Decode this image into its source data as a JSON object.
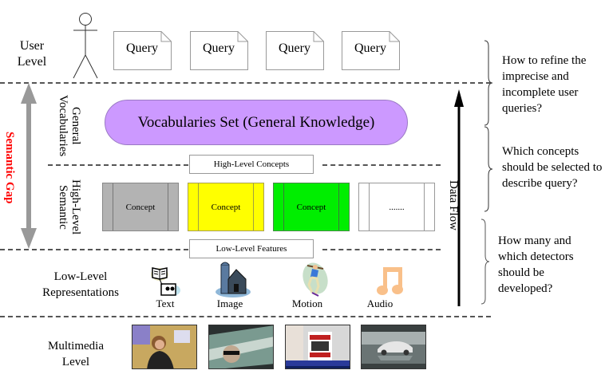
{
  "levels": {
    "user": [
      "User",
      "Level"
    ],
    "general_vocab": [
      "General",
      "Vocabularies"
    ],
    "high_level_semantic": [
      "High-Level",
      "Semantic"
    ],
    "low_level": [
      "Low-Level",
      "Representations"
    ],
    "multimedia": [
      "Multimedia",
      "Level"
    ]
  },
  "queries": [
    "Query",
    "Query",
    "Query",
    "Query"
  ],
  "vocabularies_set": "Vocabularies Set (General Knowledge)",
  "tags": {
    "high_level_concepts": "High-Level Concepts",
    "low_level_features": "Low-Level Features"
  },
  "concepts": [
    {
      "label": "Concept",
      "color": "#b3b3b3"
    },
    {
      "label": "Concept",
      "color": "#ffff00"
    },
    {
      "label": "Concept",
      "color": "#00ee00"
    },
    {
      "label": ".......",
      "color": "#ffffff"
    }
  ],
  "semantic_gap": {
    "label": "Semantic Gap",
    "color": "#ff0000",
    "arrow_color": "#999999"
  },
  "data_flow": "Data Flow",
  "representations": [
    {
      "label": "Text",
      "icon": "book-computer-icon"
    },
    {
      "label": "Image",
      "icon": "barn-silo-icon"
    },
    {
      "label": "Motion",
      "icon": "baseball-player-icon"
    },
    {
      "label": "Audio",
      "icon": "music-note-icon"
    }
  ],
  "thumbnails": [
    "news-anchor-frame",
    "sunglasses-man-frame",
    "condi-hillary-news-frame",
    "silver-car-frame"
  ],
  "questions": [
    [
      "How to refine the",
      "imprecise and",
      "incomplete user",
      "queries?"
    ],
    [
      "Which concepts",
      "should be selected to",
      "describe query?"
    ],
    [
      "How many and",
      "which detectors",
      "should be",
      "developed?"
    ]
  ]
}
